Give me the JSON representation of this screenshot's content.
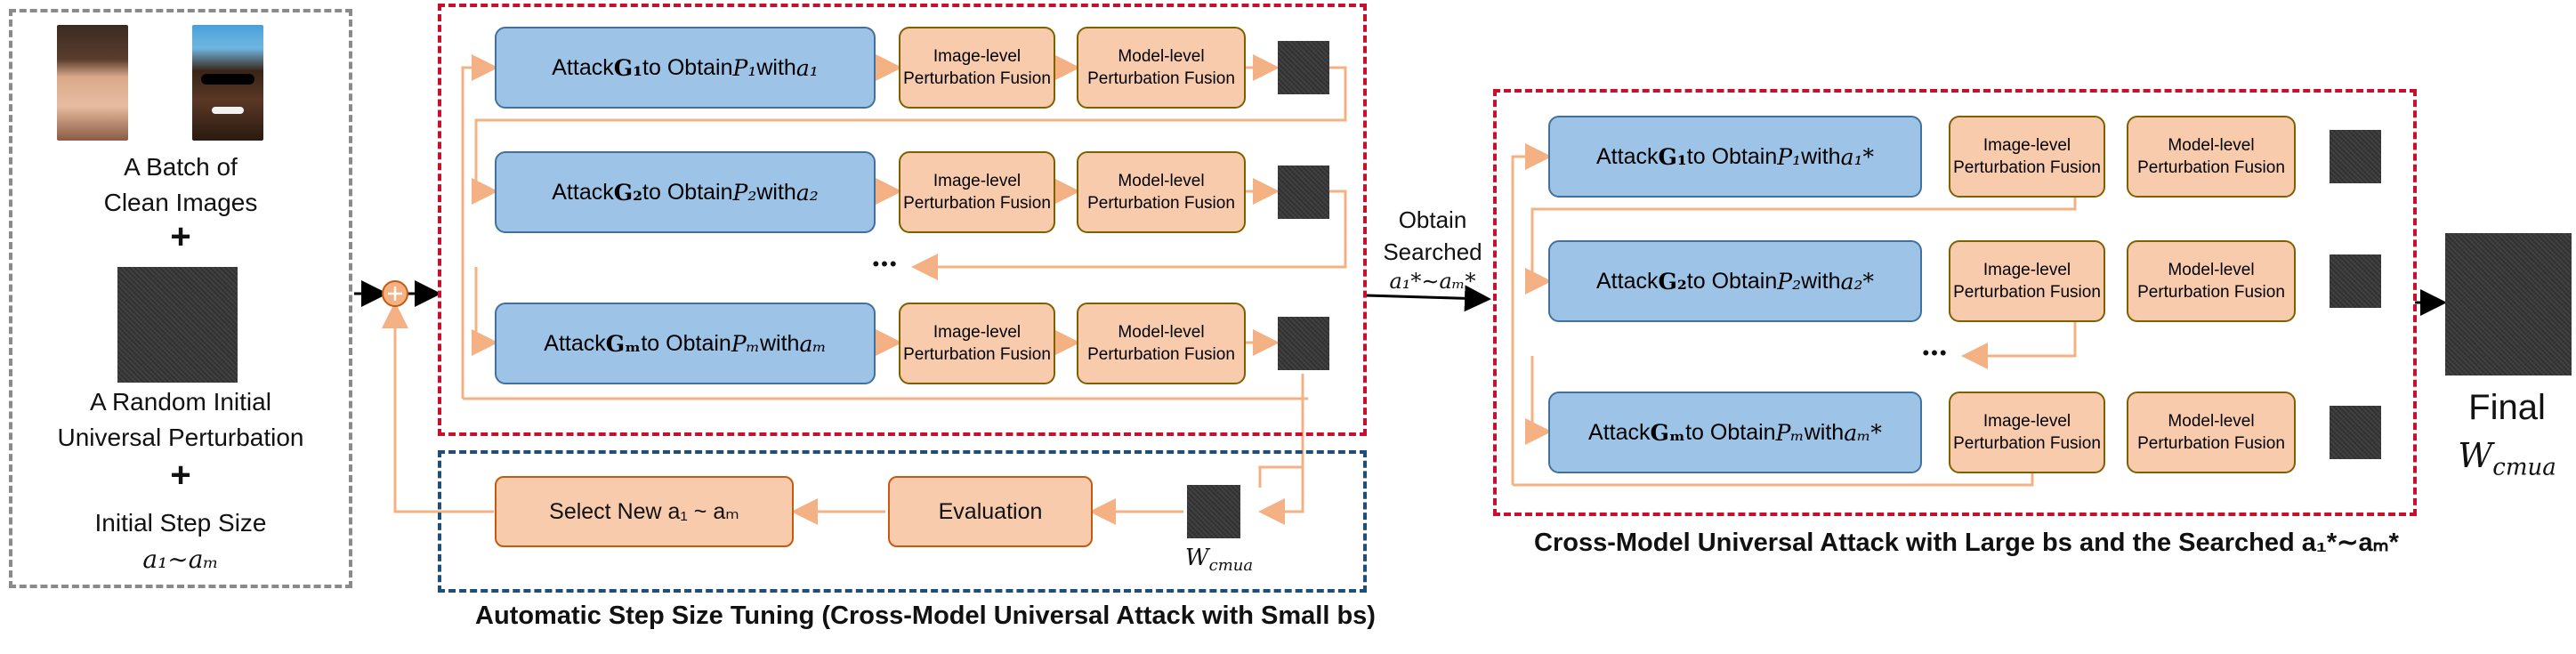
{
  "left_panel": {
    "clean_images_label_1": "A Batch of",
    "clean_images_label_2": "Clean Images",
    "plus": "+",
    "perturbation_label_1": "A Random Initial",
    "perturbation_label_2": "Universal Perturbation",
    "step_label": "Initial Step Size",
    "step_range": "a₁∼aₘ"
  },
  "tuning_panel": {
    "rows": [
      {
        "attack_prefix": "Attack ",
        "model": "G₁",
        "mid": " to Obtain ",
        "pert": "P₁",
        "with": " with ",
        "step": "a₁"
      },
      {
        "attack_prefix": "Attack ",
        "model": "G₂",
        "mid": " to Obtain ",
        "pert": "P₂",
        "with": " with ",
        "step": "a₂"
      },
      {
        "attack_prefix": "Attack ",
        "model": "Gₘ",
        "mid": " to Obtain ",
        "pert": "Pₘ",
        "with": " with ",
        "step": "aₘ"
      }
    ],
    "image_fusion": "Image-level Perturbation Fusion",
    "model_fusion": "Model-level Perturbation Fusion",
    "ellipsis": "•••",
    "select_label": "Select New a₁ ~ aₘ",
    "evaluation_label": "Evaluation",
    "wcmua_label": "W",
    "wcmua_sub": "cmua",
    "caption": "Automatic Step Size Tuning (Cross-Model Universal Attack with Small bs)"
  },
  "middle": {
    "obtain_1": "Obtain",
    "obtain_2": "Searched",
    "obtain_3": "a₁*∼aₘ*"
  },
  "final_panel": {
    "rows": [
      {
        "attack_prefix": "Attack ",
        "model": "G₁",
        "mid": " to Obtain ",
        "pert": "P₁",
        "with": " with ",
        "step": "a₁*"
      },
      {
        "attack_prefix": "Attack ",
        "model": "G₂",
        "mid": " to Obtain ",
        "pert": "P₂",
        "with": " with ",
        "step": "a₂*"
      },
      {
        "attack_prefix": "Attack ",
        "model": "Gₘ",
        "mid": " to Obtain ",
        "pert": "Pₘ",
        "with": " with ",
        "step": "aₘ*"
      }
    ],
    "image_fusion": "Image-level Perturbation Fusion",
    "model_fusion": "Model-level Perturbation Fusion",
    "ellipsis": "•••",
    "caption": "Cross-Model Universal Attack with Large bs and the Searched a₁*∼aₘ*"
  },
  "output": {
    "final_label": "Final",
    "wcmua_label": "W",
    "wcmua_sub": "cmua"
  },
  "colors": {
    "attack_fill": "#9dc3e6",
    "fusion_fill": "#f8cbad",
    "arrow": "#f4b183",
    "red_dash": "#c8102e",
    "blue_dash": "#1f4e79",
    "grey_dash": "#8a8a8a"
  }
}
